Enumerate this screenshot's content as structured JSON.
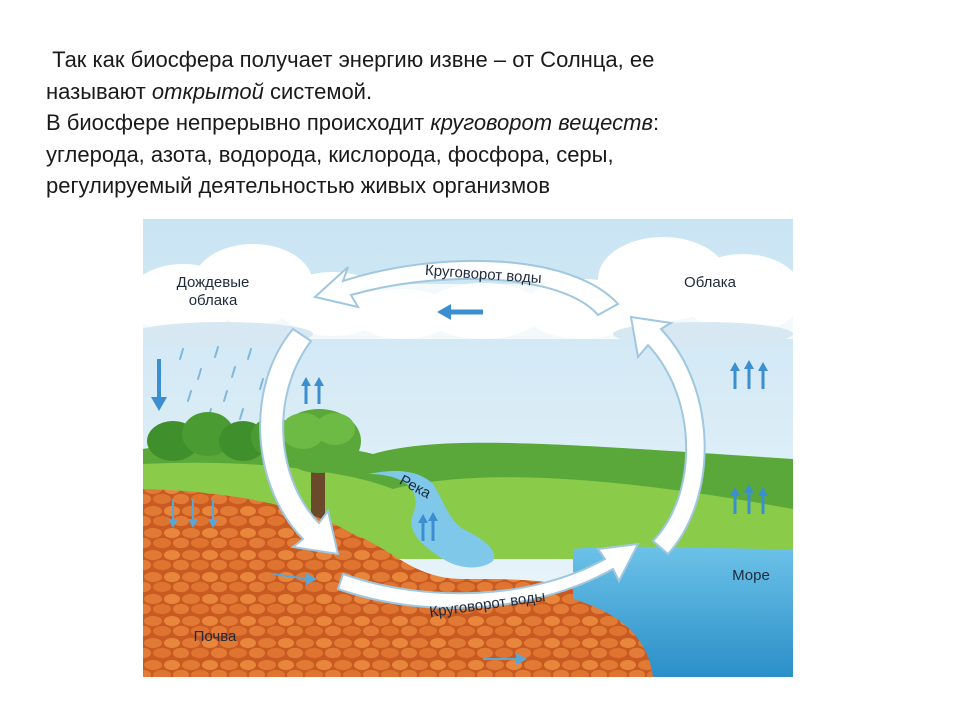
{
  "slide": {
    "line1_pre": "Так как биосфера получает энергию извне – от Солнца, ее",
    "line2_pre": "называют ",
    "line2_em": "открытой",
    "line2_post": " системой.",
    "line3_pre": "В биосфере непрерывно происходит ",
    "line3_em": "круговорот веществ",
    "line3_post": ":",
    "line4": "углерода, азота, водорода, кислорода, фосфора, серы,",
    "line5": "регулируемый деятельностью живых организмов"
  },
  "diagram": {
    "label_rain_clouds_1": "Дождевые",
    "label_rain_clouds_2": "облака",
    "label_clouds": "Облака",
    "label_top_arc": "Круговорот воды",
    "label_bottom_arc": "Круговорот воды",
    "label_river": "Река",
    "label_sea": "Море",
    "label_soil": "Почва",
    "colors": {
      "sky": "#d9ecf6",
      "cloud": "#ffffff",
      "grass": "#7cc242",
      "soil": "#d96a2b",
      "water": "#3aa3d8",
      "arrow_fill": "#ffffff",
      "arrow_stroke": "#9fc7e0",
      "small_arrow": "#3b8fd0"
    }
  }
}
